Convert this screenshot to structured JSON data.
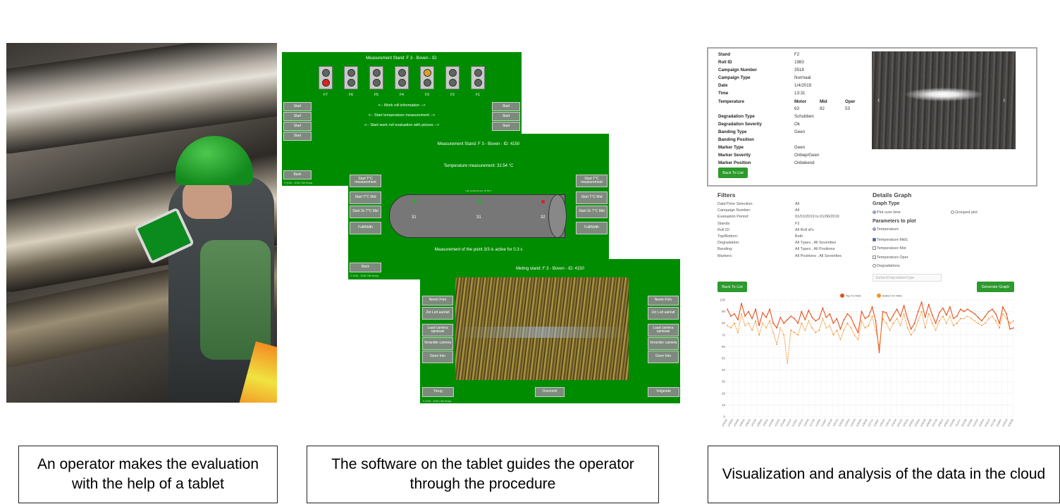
{
  "screen1": {
    "title": "Measurement Stand: F 3 - Boven - ID:",
    "lights": [
      {
        "label": "F7",
        "top": "dark",
        "bottom": "red"
      },
      {
        "label": "F6",
        "top": "dark",
        "bottom": "dark"
      },
      {
        "label": "F5",
        "top": "dark",
        "bottom": "dark"
      },
      {
        "label": "F4",
        "top": "dark",
        "bottom": "dark"
      },
      {
        "label": "F3",
        "top": "orange",
        "bottom": "dark"
      },
      {
        "label": "F2",
        "top": "dark",
        "bottom": "dark"
      },
      {
        "label": "F1",
        "top": "dark",
        "bottom": "dark"
      }
    ],
    "links": [
      "<-- Work roll information -->",
      "<-- Start temperature measurement -->",
      "<-- Start work roll evaluation with picture -->"
    ],
    "start_label": "Start",
    "back_label": "Back",
    "copyright": "© 2016 - 2018 CMI Group"
  },
  "screen2": {
    "title": "Measurement Stand: F 3 - Boven - ID: 4150",
    "temperature": "Temperature measurement: 32.54 °C",
    "buttons_left": [
      "Start T°C measurement",
      "Start T°C Mid",
      "Start 3x T°C Mid",
      "FullWidth"
    ],
    "buttons_right": [
      "Start T°C measurement",
      "Start T°C Mid",
      "Start 3x T°C Mid",
      "FullWidth"
    ],
    "tiny_label": "Last measurement: 32.54°C",
    "values": [
      "31",
      "31",
      "32"
    ],
    "status": "Measurement of the point 3/3 is active for 0.3 s",
    "back_label": "Back",
    "copyright": "© 2016 - 2018 CMI Group"
  },
  "screen3": {
    "title": "Meting stand: F 3 - Boven - ID: 4150",
    "buttons_left": [
      "Neem Foto",
      "Zet Led aan/uit",
      "Laad camera opnieuw",
      "Verander camera",
      "Geen foto"
    ],
    "buttons_right": [
      "Neem Foto",
      "Zet Led aan/uit",
      "Laad camera opnieuw",
      "Verander camera",
      "Geen foto"
    ],
    "back_label": "Terug",
    "overview_label": "Overzicht",
    "next_label": "Volgende",
    "copyright": "© 2016 - 2018 CMI Group"
  },
  "details": {
    "rows": [
      {
        "key": "Stand",
        "value": "F2"
      },
      {
        "key": "Roll ID",
        "value": "1983"
      },
      {
        "key": "Campaign Number",
        "value": "3518"
      },
      {
        "key": "Campaign Type",
        "value": "Normaal"
      },
      {
        "key": "Date",
        "value": "1/4/2019"
      },
      {
        "key": "Time",
        "value": "13:31"
      }
    ],
    "temperature_key": "Temperature",
    "temp_headers": [
      "Motor",
      "Mid",
      "Oper"
    ],
    "temp_values": [
      "63",
      "82",
      "53"
    ],
    "rows2": [
      {
        "key": "Degradation Type",
        "value": "Schubben"
      },
      {
        "key": "Degradation Severity",
        "value": "Ok"
      },
      {
        "key": "Banding Type",
        "value": "Geen"
      },
      {
        "key": "Banding Position",
        "value": ""
      },
      {
        "key": "Marker Type",
        "value": "Geen"
      },
      {
        "key": "Marker Severity",
        "value": "Onbep/Geen"
      },
      {
        "key": "Marker Position",
        "value": "Onbekend"
      }
    ],
    "back_to_list": "Back To List",
    "prev_arrow": "‹",
    "next_arrow": "›"
  },
  "filters": {
    "title": "Filters",
    "rows": [
      {
        "key": "Date/Time Selection:",
        "value": "All"
      },
      {
        "key": "Campaign Number:",
        "value": "All"
      },
      {
        "key": "Evaluation Period:",
        "value": "01/01/2019 to 01/06/2019"
      },
      {
        "key": "Stands:",
        "value": "F2"
      },
      {
        "key": "Roll ID:",
        "value": "All Roll id's"
      },
      {
        "key": "Top/Bottom:",
        "value": "Both"
      },
      {
        "key": "Degradation:",
        "value": "All Types , All Severities"
      },
      {
        "key": "Banding:",
        "value": "All Types , All Positions"
      },
      {
        "key": "Markers:",
        "value": "All Positions , All Severities"
      }
    ],
    "back_to_list": "Back To List"
  },
  "graph_details": {
    "title": "Details Graph",
    "graph_type_label": "Graph Type",
    "plot_over_time": "Plot over time",
    "grouped_plot": "Grouped plot",
    "params_label": "Parameters to plot",
    "temperature": "Temperature",
    "temp_mid": "Temperature Mid1",
    "temp_mot": "Temperature Mot",
    "temp_oper": "Temperature Oper",
    "degradations": "Degradations",
    "select_placeholder": "SurfaceDegradationType",
    "generate": "Generate Graph"
  },
  "chart_data": {
    "type": "line",
    "series": [
      {
        "name": "Top F2 Mid1",
        "color": "#e8501c",
        "values": [
          92,
          86,
          88,
          83,
          97,
          86,
          90,
          84,
          92,
          78,
          89,
          85,
          92,
          80,
          76,
          85,
          80,
          83,
          86,
          84,
          80,
          90,
          83,
          91,
          85,
          82,
          84,
          93,
          85,
          88,
          80,
          84,
          75,
          83,
          88,
          85,
          78,
          72,
          90,
          84,
          86,
          94,
          82,
          55,
          90,
          89,
          82,
          87,
          92,
          86,
          95,
          84,
          75,
          80,
          90,
          98,
          85,
          96,
          87,
          80,
          89,
          93,
          87,
          94,
          84,
          86,
          92,
          90,
          92,
          90,
          88,
          85,
          82,
          86,
          90,
          92,
          88,
          80,
          94,
          88,
          75,
          76
        ]
      },
      {
        "name": "Bottom F2 Mid1",
        "color": "#f2922a",
        "values": [
          78,
          76,
          80,
          72,
          88,
          78,
          80,
          74,
          82,
          70,
          80,
          76,
          82,
          72,
          62,
          76,
          70,
          46,
          74,
          72,
          70,
          80,
          74,
          82,
          76,
          72,
          74,
          84,
          76,
          78,
          70,
          74,
          66,
          74,
          80,
          76,
          70,
          66,
          82,
          76,
          78,
          86,
          74,
          60,
          84,
          80,
          74,
          80,
          84,
          78,
          88,
          76,
          70,
          74,
          82,
          90,
          76,
          88,
          80,
          74,
          82,
          86,
          80,
          86,
          78,
          80,
          84,
          84,
          86,
          84,
          82,
          80,
          78,
          80,
          84,
          86,
          82,
          76,
          88,
          84,
          80,
          82
        ]
      }
    ],
    "ylim": [
      0,
      100
    ],
    "yticks": [
      "100",
      "90",
      "80",
      "70",
      "60",
      "50",
      "40",
      "30",
      "20",
      "10",
      "0"
    ],
    "xticks": [
      "1/02/22",
      "1/03/09",
      "1/04/08",
      "1/05/22",
      "1/06/13",
      "1/07/04",
      "1/08/20",
      "1/09/11",
      "1/10/06",
      "1/11/02",
      "1/12/28",
      "1/13/14",
      "1/14/21",
      "1/15/10",
      "1/16/05",
      "1/17/19",
      "1/18/03",
      "1/19/27",
      "1/20/16",
      "1/21/11",
      "1/22/29",
      "1/23/02",
      "1/24/18",
      "1/25/09",
      "1/26/26",
      "1/27/13",
      "1/28/07",
      "1/29/23",
      "1/30/15",
      "1/31/04",
      "2/01/20",
      "2/02/12",
      "2/03/01",
      "2/04/25",
      "2/05/18",
      "2/06/08",
      "2/07/30",
      "2/08/14",
      "2/09/21",
      "2/10/06",
      "2/11/17",
      "2/12/28",
      "2/13/09",
      "2/14/22",
      "2/15/03",
      "2/16/15",
      "2/17/26",
      "2/18/07",
      "2/19/19",
      "2/20/28"
    ],
    "grid": true,
    "legend": "top"
  },
  "captions": {
    "left": "An operator makes the evaluation with the help of a tablet",
    "middle": "The software on the tablet guides the operator through the procedure",
    "right": "Visualization and analysis of the data in the cloud"
  }
}
